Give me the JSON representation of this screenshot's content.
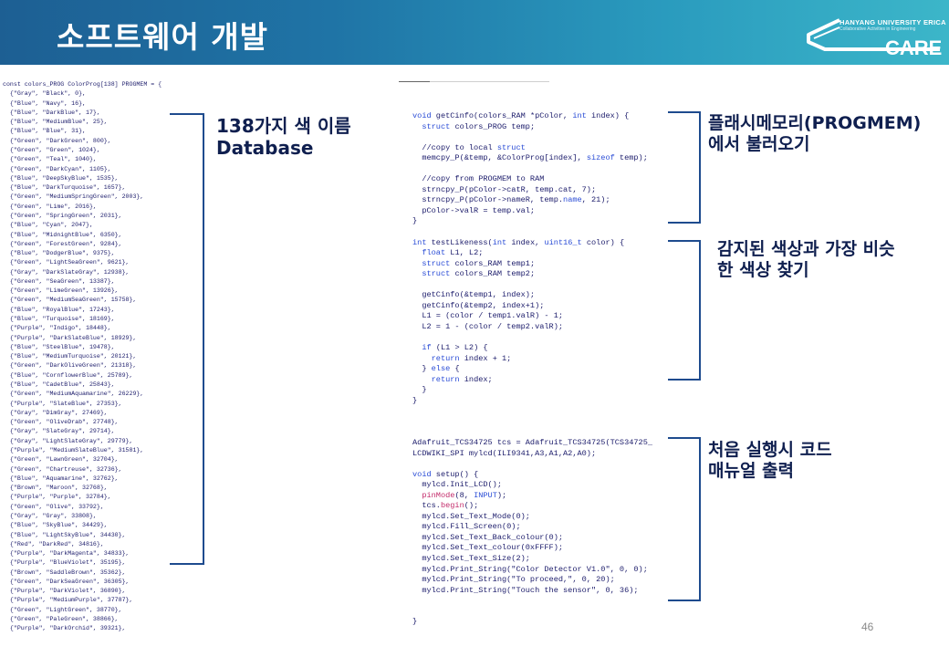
{
  "header": {
    "title": "소프트웨어 개발",
    "logo_university": "HANYANG UNIVERSITY ERICA",
    "logo_subtitle": "Collaborative Activities in Engineering",
    "logo_name": "CARE"
  },
  "color_list": {
    "header_line": "const colors_PROG ColorProg[138] PROGMEM = {",
    "entries": [
      "{\"Gray\", \"Black\", 0},",
      "{\"Blue\", \"Navy\", 16},",
      "{\"Blue\", \"DarkBlue\", 17},",
      "{\"Blue\", \"MediumBlue\", 25},",
      "{\"Blue\", \"Blue\", 31},",
      "{\"Green\", \"DarkGreen\", 800},",
      "{\"Green\", \"Green\", 1024},",
      "{\"Green\", \"Teal\", 1040},",
      "{\"Green\", \"DarkCyan\", 1105},",
      "{\"Blue\", \"DeepSkyBlue\", 1535},",
      "{\"Blue\", \"DarkTurquoise\", 1657},",
      "{\"Green\", \"MediumSpringGreen\", 2003},",
      "{\"Green\", \"Lime\", 2016},",
      "{\"Green\", \"SpringGreen\", 2031},",
      "{\"Blue\", \"Cyan\", 2047},",
      "{\"Blue\", \"MidnightBlue\", 6350},",
      "{\"Green\", \"ForestGreen\", 9284},",
      "{\"Blue\", \"DodgerBlue\", 9375},",
      "{\"Green\", \"LightSeaGreen\", 9621},",
      "{\"Gray\", \"DarkSlateGray\", 12938},",
      "{\"Green\", \"SeaGreen\", 13387},",
      "{\"Green\", \"LimeGreen\", 13926},",
      "{\"Green\", \"MediumSeaGreen\", 15758},",
      "{\"Blue\", \"RoyalBlue\", 17243},",
      "{\"Blue\", \"Turquoise\", 18169},",
      "{\"Purple\", \"Indigo\", 18448},",
      "{\"Purple\", \"DarkSlateBlue\", 18929},",
      "{\"Blue\", \"SteelBlue\", 19478},",
      "{\"Blue\", \"MediumTurquoise\", 20121},",
      "{\"Green\", \"DarkOliveGreen\", 21318},",
      "{\"Blue\", \"CornflowerBlue\", 25789},",
      "{\"Blue\", \"CadetBlue\", 25843},",
      "{\"Green\", \"MediumAquamarine\", 26229},",
      "{\"Purple\", \"SlateBlue\", 27353},",
      "{\"Gray\", \"DimGray\", 27469},",
      "{\"Green\", \"OliveDrab\", 27748},",
      "{\"Gray\", \"SlateGray\", 29714},",
      "{\"Gray\", \"LightSlateGray\", 29779},",
      "{\"Purple\", \"MediumSlateBlue\", 31581},",
      "{\"Green\", \"LawnGreen\", 32704},",
      "{\"Green\", \"Chartreuse\", 32736},",
      "{\"Blue\", \"Aquamarine\", 32762},",
      "{\"Brown\", \"Maroon\", 32768},",
      "{\"Purple\", \"Purple\", 32784},",
      "{\"Green\", \"Olive\", 33792},",
      "{\"Gray\", \"Gray\", 33808},",
      "{\"Blue\", \"SkyBlue\", 34429},",
      "{\"Blue\", \"LightSkyBlue\", 34430},",
      "{\"Red\", \"DarkRed\", 34816},",
      "{\"Purple\", \"DarkMagenta\", 34833},",
      "{\"Purple\", \"BlueViolet\", 35195},",
      "{\"Brown\", \"SaddleBrown\", 35362},",
      "{\"Green\", \"DarkSeaGreen\", 36305},",
      "{\"Purple\", \"DarkViolet\", 36890},",
      "{\"Purple\", \"MediumPurple\", 37787},",
      "{\"Green\", \"LightGreen\", 38770},",
      "{\"Green\", \"PaleGreen\", 38866},",
      "{\"Purple\", \"DarkOrchid\", 39321},"
    ]
  },
  "code_right": {
    "lines": [
      "void getCinfo(colors_RAM *pColor, int index) {",
      "  struct colors_PROG temp;",
      "",
      "  //copy to local struct",
      "  memcpy_P(&temp, &ColorProg[index], sizeof temp);",
      "",
      "  //copy from PROGMEM to RAM",
      "  strncpy_P(pColor->catR, temp.cat, 7);",
      "  strncpy_P(pColor->nameR, temp.name, 21);",
      "  pColor->valR = temp.val;",
      "}",
      "",
      "int testLikeness(int index, uint16_t color) {",
      "  float L1, L2;",
      "  struct colors_RAM temp1;",
      "  struct colors_RAM temp2;",
      "",
      "  getCinfo(&temp1, index);",
      "  getCinfo(&temp2, index+1);",
      "  L1 = (color / temp1.valR) - 1;",
      "  L2 = 1 - (color / temp2.valR);",
      "",
      "  if (L1 > L2) {",
      "    return index + 1;",
      "  } else {",
      "    return index;",
      "  }",
      "}",
      "",
      "",
      "",
      "Adafruit_TCS34725 tcs = Adafruit_TCS34725(TCS34725_",
      "LCDWIKI_SPI mylcd(ILI9341,A3,A1,A2,A0);",
      "",
      "void setup() {",
      "  mylcd.Init_LCD();",
      "  pinMode(8, INPUT);",
      "  tcs.begin();",
      "  mylcd.Set_Text_Mode(0);",
      "  mylcd.Fill_Screen(0);",
      "  mylcd.Set_Text_Back_colour(0);",
      "  mylcd.Set_Text_colour(0xFFFF);",
      "  mylcd.Set_Text_Size(2);",
      "  mylcd.Print_String(\"Color Detector V1.0\", 0, 0);",
      "  mylcd.Print_String(\"To proceed,\", 0, 20);",
      "  mylcd.Print_String(\"Touch the sensor\", 0, 36);",
      "",
      "",
      "}"
    ]
  },
  "callouts": {
    "db": [
      "138가지 색 이름",
      "Database"
    ],
    "progmem": [
      "플래시메모리(PROGMEM)",
      "에서 불러오기"
    ],
    "likeness": [
      "감지된 색상과 가장 비슷",
      "한 색상 찾기"
    ],
    "manual": [
      "처음 실행시 코드",
      "매뉴얼 출력"
    ]
  },
  "page_number": "46",
  "colors": {
    "header_start": "#1d5f93",
    "header_end": "#3cb6c9",
    "code_text": "#1c1c6b",
    "keyword": "#2a4cd6",
    "function": "#c32a6a",
    "bracket": "#1e4b8e",
    "callout": "#0f1f4f"
  }
}
